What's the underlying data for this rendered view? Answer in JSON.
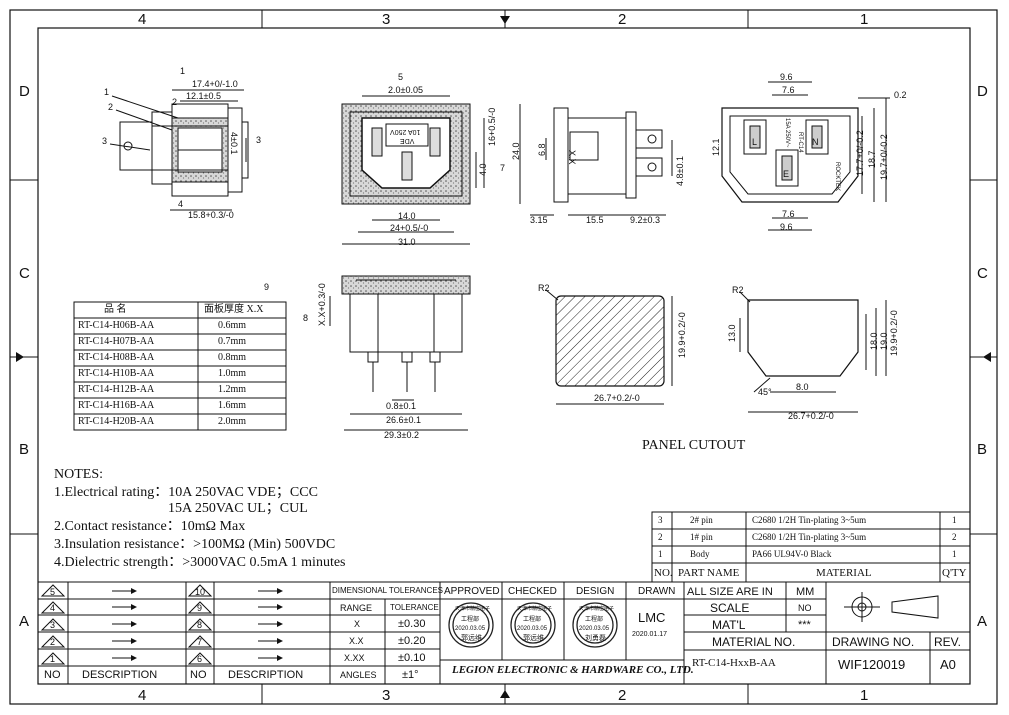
{
  "border_zones": {
    "columns": [
      "4",
      "3",
      "2",
      "1"
    ],
    "rows": [
      "D",
      "C",
      "B",
      "A"
    ]
  },
  "views": {
    "side_view": {
      "callouts": [
        "1",
        "2",
        "3"
      ],
      "markers": [
        "1",
        "2",
        "3",
        "4"
      ],
      "dims": [
        "17.4+0/-1.0",
        "12.1±0.5",
        "4±0.1",
        "15.8+0.3/-0"
      ]
    },
    "front_view": {
      "marker": "5",
      "marker7": "7",
      "top_dim": "2.0±0.05",
      "plate_text": [
        "10A  250V",
        "VDE"
      ],
      "dims": [
        "14.0",
        "24+0.5/-0",
        "31.0",
        "16+0.5/-0",
        "4.0",
        "24.0"
      ]
    },
    "end_view": {
      "label": "X.X",
      "dims": [
        "6.8",
        "3.15",
        "15.5",
        "9.2±0.3",
        "4.8±0.1"
      ]
    },
    "rear_view": {
      "pin_labels": [
        "L",
        "N",
        "E"
      ],
      "rear_text": [
        "15A 250V~",
        "RT-C14",
        "ROCKTEK"
      ],
      "dims": [
        "9.6",
        "7.6",
        "0.2",
        "12.1",
        "17.7+0/-0.2",
        "18.7",
        "19.7+0/-0.2",
        "7.6",
        "9.6"
      ]
    },
    "bottom_view": {
      "marker": "8",
      "marker9": "9",
      "dims": [
        "X.X+0.3/-0",
        "0.8±0.1",
        "26.6±0.1",
        "29.3±0.2"
      ]
    },
    "panel_cutout": {
      "title": "PANEL CUTOUT",
      "dims": [
        "R2",
        "19.9+0.2/-0",
        "26.7+0.2/-0",
        "R2",
        "13.0",
        "18.0",
        "19.0",
        "19.9+0.2/-0",
        "45°",
        "8.0",
        "26.7+0.2/-0"
      ]
    }
  },
  "thickness_table": {
    "headers": [
      "品   名",
      "面板厚度 X.X"
    ],
    "rows": [
      [
        "RT-C14-H06B-AA",
        "0.6mm"
      ],
      [
        "RT-C14-H07B-AA",
        "0.7mm"
      ],
      [
        "RT-C14-H08B-AA",
        "0.8mm"
      ],
      [
        "RT-C14-H10B-AA",
        "1.0mm"
      ],
      [
        "RT-C14-H12B-AA",
        "1.2mm"
      ],
      [
        "RT-C14-H16B-AA",
        "1.6mm"
      ],
      [
        "RT-C14-H20B-AA",
        "2.0mm"
      ]
    ]
  },
  "notes": {
    "title": "NOTES:",
    "lines": [
      "1.Electrical rating：10A 250VAC   VDE；CCC",
      "15A 250VAC    UL；CUL",
      "2.Contact resistance：10mΩ Max",
      "3.Insulation resistance：>100MΩ (Min) 500VDC",
      "4.Dielectric strength：>3000VAC 0.5mA 1 minutes"
    ]
  },
  "bom": {
    "rows": [
      [
        "3",
        "2# pin",
        "C2680 1/2H    Tin-plating 3~5um",
        "1"
      ],
      [
        "2",
        "1# pin",
        "C2680 1/2H    Tin-plating 3~5um",
        "2"
      ],
      [
        "1",
        "Body",
        "PA66 UL94V-0 Black",
        "1"
      ]
    ],
    "headers": [
      "NO.",
      "PART NAME",
      "MATERIAL",
      "Q'TY"
    ]
  },
  "revisions": {
    "left": [
      "5",
      "4",
      "3",
      "2",
      "1"
    ],
    "right": [
      "10",
      "9",
      "8",
      "7",
      "6"
    ],
    "no_label": "NO",
    "desc_label": "DESCRIPTION"
  },
  "tolerances": {
    "title": "DIMENSIONAL TOLERANCES",
    "headers": [
      "RANGE",
      "TOLERANCE"
    ],
    "rows": [
      [
        "X",
        "±0.30"
      ],
      [
        "X.X",
        "±0.20"
      ],
      [
        "X.XX",
        "±0.10"
      ],
      [
        "ANGLES",
        "±1°"
      ]
    ]
  },
  "approval": {
    "headers": [
      "APPROVED",
      "CHECKED",
      "DESIGN",
      "DRAWN"
    ],
    "stamp_top": "天津市精密电子",
    "stamp_dept": "工程部",
    "stamp_date": "2020.03.05",
    "signatures": [
      "郭远维",
      "郭远维",
      "刘勇磊"
    ],
    "drawn_by": "LMC",
    "drawn_date": "2020.01.17",
    "company": "LEGION ELECTRONIC & HARDWARE CO., LTD."
  },
  "title_block": {
    "units_label": "ALL SIZE ARE IN",
    "units": "MM",
    "scale_label": "SCALE",
    "scale": "NO",
    "matl_label": "MAT'L",
    "matl": "***",
    "material_no_label": "MATERIAL NO.",
    "material_no": "RT-C14-HxxB-AA",
    "drawing_no_label": "DRAWING NO.",
    "drawing_no": "WIF120019",
    "rev_label": "REV.",
    "rev": "A0"
  }
}
